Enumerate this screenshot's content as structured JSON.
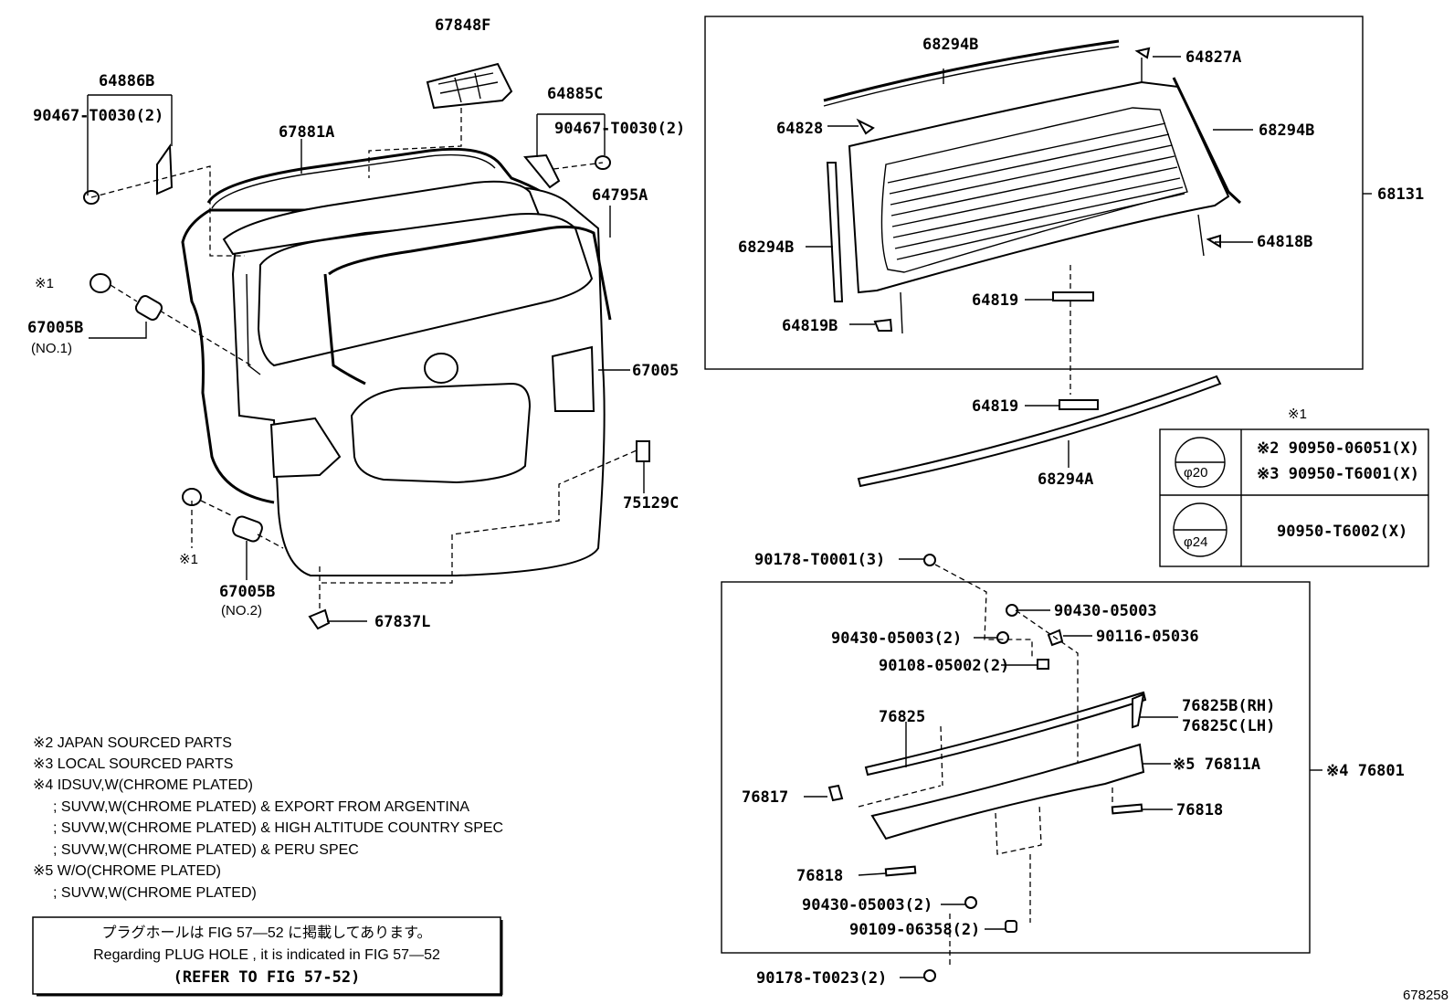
{
  "diagram_id": "678258",
  "labels": {
    "p67848F": "67848F",
    "p64886B": "64886B",
    "p90467_l": "90467-T0030(2)",
    "p64885C": "64885C",
    "p90467_r": "90467-T0030(2)",
    "p67881A": "67881A",
    "p64795A": "64795A",
    "p67005": "67005",
    "p67005B1": "67005B",
    "no1": "(NO.1)",
    "p67005B2": "67005B",
    "no2": "(NO.2)",
    "p75129C": "75129C",
    "p67837L": "67837L",
    "m1a": "※1",
    "m1b": "※1",
    "p68294B_top": "68294B",
    "p64827A": "64827A",
    "p64828": "64828",
    "p68294B_r": "68294B",
    "p68131": "68131",
    "p68294B_l": "68294B",
    "p64818B": "64818B",
    "p64819_in": "64819",
    "p64819B": "64819B",
    "p64819_out": "64819",
    "p68294A": "68294A",
    "p90178_T0001": "90178-T0001(3)",
    "p90430_05003a": "90430-05003",
    "p90430_05003b": "90430-05003(2)",
    "p90116": "90116-05036",
    "p90108": "90108-05002(2)",
    "p76825": "76825",
    "p76825B": "76825B(RH)",
    "p76825C": "76825C(LH)",
    "p76811A": "※5 76811A",
    "p76801": "※4 76801",
    "p76817": "76817",
    "p76818r": "76818",
    "p76818l": "76818",
    "p90430_05003c": "90430-05003(2)",
    "p90109": "90109-06358(2)",
    "p90178_T0023": "90178-T0023(2)"
  },
  "table": {
    "header": "※1",
    "rows": [
      {
        "dia": "φ20",
        "parts": [
          "※2 90950-06051(X)",
          "※3 90950-T6001(X)"
        ]
      },
      {
        "dia": "φ24",
        "parts": [
          "90950-T6002(X)"
        ]
      }
    ]
  },
  "notes": [
    "※2 JAPAN SOURCED PARTS",
    "※3 LOCAL SOURCED PARTS",
    "※4 IDSUV,W(CHROME PLATED)",
    "; SUVW,W(CHROME PLATED) & EXPORT FROM ARGENTINA",
    "; SUVW,W(CHROME PLATED) & HIGH ALTITUDE COUNTRY SPEC",
    "; SUVW,W(CHROME PLATED) & PERU SPEC",
    "※5 W/O(CHROME PLATED)",
    "; SUVW,W(CHROME PLATED)"
  ],
  "refbox": {
    "line1": "プラグホールは FIG  57―52 に掲載してあります。",
    "line2": "Regarding  PLUG  HOLE , it is indicated in  FIG  57―52",
    "line3": "(REFER TO FIG 57-52)"
  }
}
